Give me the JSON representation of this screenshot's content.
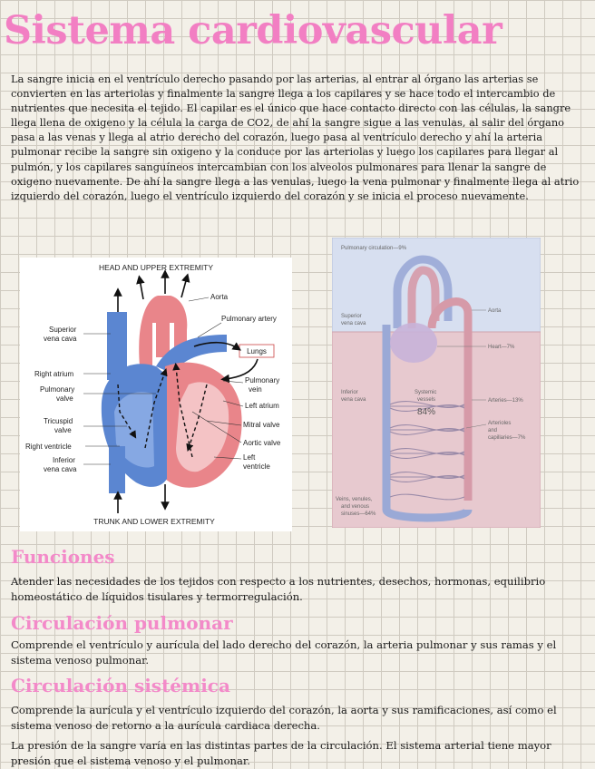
{
  "title": "Sistema cardiovascular",
  "intro": "La sangre inicia en el ventrículo derecho pasando por las arterias, al entrar al órgano las arterias se convierten en las arteriolas y finalmente la sangre llega a los capilares y se hace todo el intercambio de nutrientes que necesita el tejido. El capilar es el único que hace contacto directo con las células, la sangre llega llena de oxigeno y la célula la carga de CO2, de ahí la sangre sigue a las venulas, al salir del órgano pasa a las venas y llega al atrio derecho del corazón, luego pasa al ventrículo derecho y ahí la arteria pulmonar recibe la sangre sin oxigeno y la conduce por las arteriolas y luego los capilares para llegar al pulmón, y los capilares sanguíneos intercambian con los alveolos pulmonares para llenar la sangre de oxigeno nuevamente. De ahí la sangre llega a las venulas, luego la vena pulmonar y finalmente llega al atrio izquierdo del corazón, luego el ventrículo izquierdo del corazón y se inicia el proceso nuevamente.",
  "heart_diagram": {
    "top_label": "HEAD AND UPPER EXTREMITY",
    "bottom_label": "TRUNK AND LOWER EXTREMITY",
    "labels": {
      "aorta": "Aorta",
      "pulmonary_artery": "Pulmonary artery",
      "lungs": "Lungs",
      "superior_vena_cava": [
        "Superior",
        "vena cava"
      ],
      "right_atrium": "Right atrium",
      "pulmonary_valve": [
        "Pulmonary",
        "valve"
      ],
      "tricuspid_valve": [
        "Tricuspid",
        "valve"
      ],
      "right_ventricle": "Right ventricle",
      "inferior_vena_cava": [
        "Inferior",
        "vena cava"
      ],
      "pulmonary_vein": [
        "Pulmonary",
        "vein"
      ],
      "left_atrium": "Left atrium",
      "mitral_valve": "Mitral valve",
      "aortic_valve": "Aortic valve",
      "left_ventricle": [
        "Left",
        "ventricle"
      ]
    },
    "colors": {
      "oxygenated": "#e9858a",
      "deoxygenated": "#5b86d1"
    }
  },
  "circulation_diagram": {
    "pulmonary_circulation": "Pulmonary circulation—9%",
    "aorta": "Aorta",
    "superior_vena_cava": [
      "Superior",
      "vena cava"
    ],
    "heart": "Heart—7%",
    "inferior_vena_cava": [
      "Inferior",
      "vena cava"
    ],
    "systemic_vessels": [
      "Systemic",
      "vessels"
    ],
    "systemic_percent": "84%",
    "arteries": "Arteries—13%",
    "arterioles_capillaries": [
      "Arterioles",
      "and",
      "capillaries—7%"
    ],
    "veins": [
      "Veins, venules,",
      "and venous",
      "sinuses—64%"
    ]
  },
  "sections": [
    {
      "heading": "Funciones",
      "text": "Atender las necesidades de los tejidos con respecto a los nutrientes, desechos, hormonas, equilibrio homeostático de líquidos tisulares y termorregulación."
    },
    {
      "heading": "Circulación pulmonar",
      "text": "Comprende el ventrículo y aurícula del lado derecho del corazón, la arteria pulmonar y sus ramas y el sistema venoso pulmonar."
    },
    {
      "heading": "Circulación sistémica",
      "text": "Comprende la aurícula y el ventrículo izquierdo del corazón, la aorta y sus ramificaciones, así como el sistema venoso de retorno a la aurícula cardiaca derecha."
    }
  ],
  "closing": "La presión de la sangre varía en las distintas partes de la circulación. El sistema arterial tiene mayor presión que el sistema venoso y el pulmonar."
}
